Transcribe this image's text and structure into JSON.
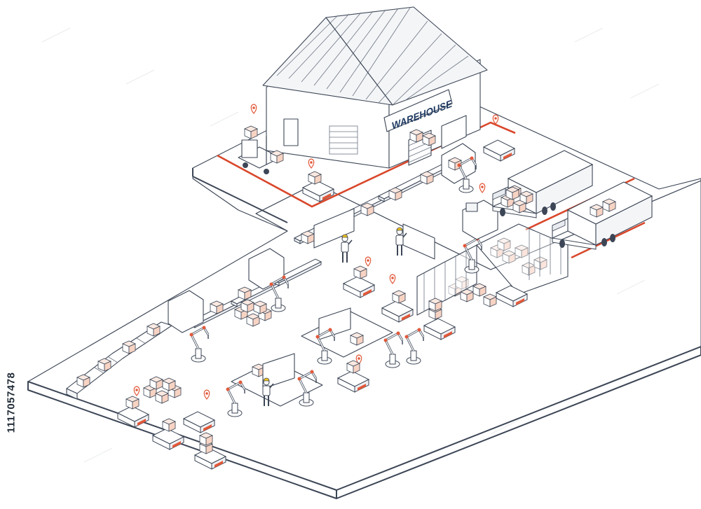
{
  "illustration": {
    "subject": "isometric-automated-warehouse",
    "warehouse_sign": "WAREHOUSE",
    "stock_id": "1117057478",
    "accent_color": "#e2593a",
    "line_color": "#3c4656",
    "background_color": "#ffffff"
  },
  "icons": [
    "warehouse-building",
    "forklift",
    "agv-robot",
    "robotic-arm",
    "conveyor-belt",
    "delivery-truck",
    "worker",
    "cardboard-box",
    "location-pin"
  ]
}
